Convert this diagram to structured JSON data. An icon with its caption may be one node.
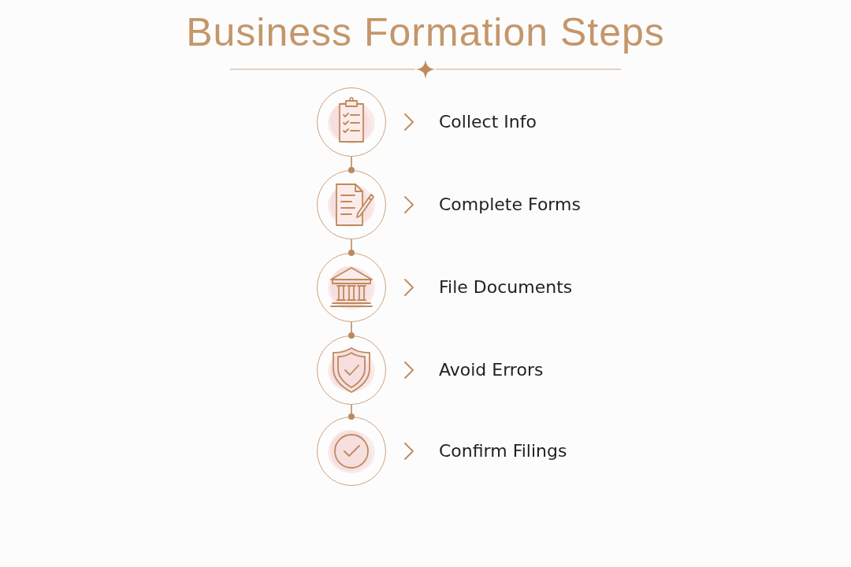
{
  "diagram": {
    "title": "Business Formation Steps",
    "nodes": [
      {
        "text": [],
        "shape": "circle",
        "beside": [
          "Collect Info"
        ]
      },
      {
        "text": [],
        "shape": "circle",
        "beside": [
          "Complete Forms"
        ]
      },
      {
        "text": [],
        "shape": "circle",
        "beside": [
          "File Documents"
        ]
      },
      {
        "text": [],
        "shape": "circle",
        "beside": [
          "Avoid Errors"
        ]
      },
      {
        "text": [],
        "shape": "circle",
        "beside": [
          "Confirm Filings"
        ]
      }
    ],
    "edges": [
      {
        "from": 0,
        "to": 1,
        "arrow": "other"
      },
      {
        "from": 1,
        "to": 2,
        "arrow": "other"
      },
      {
        "from": 2,
        "to": 3,
        "arrow": "other"
      },
      {
        "from": 3,
        "to": 4,
        "arrow": "other"
      }
    ]
  }
}
